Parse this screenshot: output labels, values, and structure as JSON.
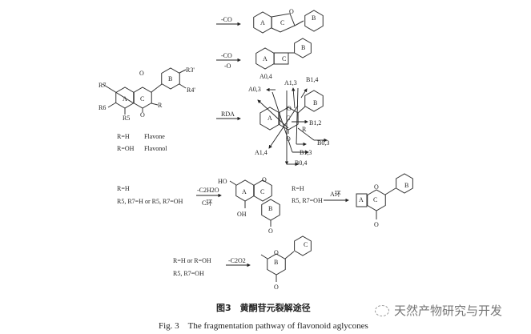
{
  "top": {
    "arrow1_label": "-CO",
    "arrow2_label_top": "-CO",
    "arrow2_label_bottom": "-O",
    "ring_labels": {
      "a": "A",
      "b": "B",
      "c": "C"
    }
  },
  "parent": {
    "labels": {
      "r7": "R7",
      "r6": "R6",
      "r5": "R5",
      "r": "R",
      "r3p": "R3'",
      "r4p": "R4'",
      "o_ring": "O",
      "o_keto": "O"
    },
    "legend": [
      {
        "r": "R=H",
        "name": "Flavone"
      },
      {
        "r": "R=OH",
        "name": "Flavonol"
      }
    ]
  },
  "rda": {
    "arrow_label": "RDA",
    "fragments": [
      "A0,4",
      "A0,3",
      "A1,3",
      "B1,4",
      "B1,2",
      "B0,3",
      "B1,3",
      "B0,4",
      "A1,4"
    ],
    "r": "R"
  },
  "path2": {
    "cond1": "R=H",
    "cond2": "R5, R7=H or R5, R7=OH",
    "arrow_top": "-C2H2O",
    "arrow_bottom": "C环",
    "ho": "HO",
    "oh": "OH",
    "o": "O"
  },
  "path3": {
    "cond1": "R=H",
    "cond2": "R5, R7=OH",
    "arrow_label": "A环",
    "o": "O"
  },
  "path4": {
    "cond1": "R=H or R=OH",
    "cond2": "R5, R7=OH",
    "arrow_label": "-C2O2",
    "o": "O"
  },
  "caption": {
    "cn": "图3　黄酮苷元裂解途径",
    "en": "Fig. 3　The fragmentation pathway of flavonoid aglycones"
  },
  "watermark": "天然产物研究与开发"
}
